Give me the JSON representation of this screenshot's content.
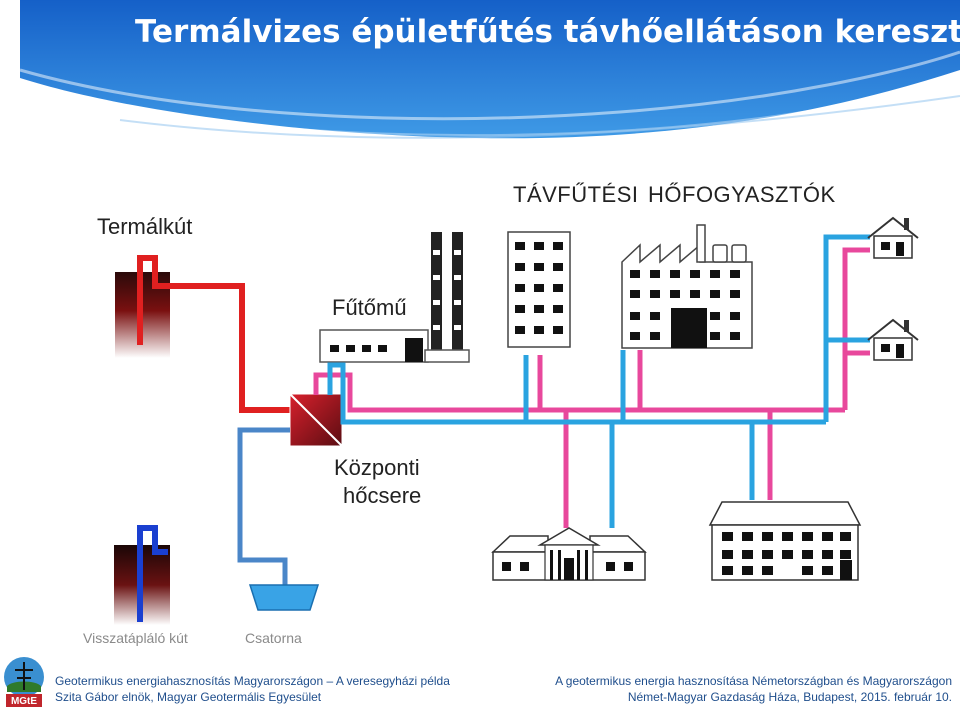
{
  "title": "Termálvizes épületfűtés távhőellátáson keresztül",
  "labels": {
    "termalkut": "Termálkút",
    "tavfutesi": "TÁVFŰTÉSI",
    "hofogyasztok": "HŐFOGYASZTÓK",
    "futomu": "Fűtőmű",
    "kozponti": "Központi",
    "hocsere": "hőcsere",
    "visszatap": "Visszatápláló kút",
    "csatorna": "Csatorna"
  },
  "footer": {
    "left_line1": "Geotermikus energiahasznosítás Magyarországon – A veresegyházi példa",
    "left_line2": "Szita Gábor elnök, Magyar Geotermális Egyesület",
    "right_line1": "A geotermikus energia hasznosítása Németországban és Magyarországon",
    "right_line2": "Német-Magyar Gazdaság Háza, Budapest, 2015. február 10.",
    "logo_text": "MGtE"
  },
  "colors": {
    "hot_red": "#e02020",
    "return_blue": "#1a3fd0",
    "supply_pink": "#e8489c",
    "return_cyan": "#2aa3e0",
    "drain_blue": "#4a86c8",
    "title_bg": "#1e73d4",
    "footer_text": "#1f4e8c"
  },
  "icons": [
    "production-well-icon",
    "reinjection-well-icon",
    "heat-plant-icon",
    "heat-exchanger-icon",
    "drain-basin-icon",
    "tower-building-icon",
    "factory-icon",
    "house-icon",
    "school-icon",
    "office-block-icon",
    "mgte-logo-icon"
  ]
}
